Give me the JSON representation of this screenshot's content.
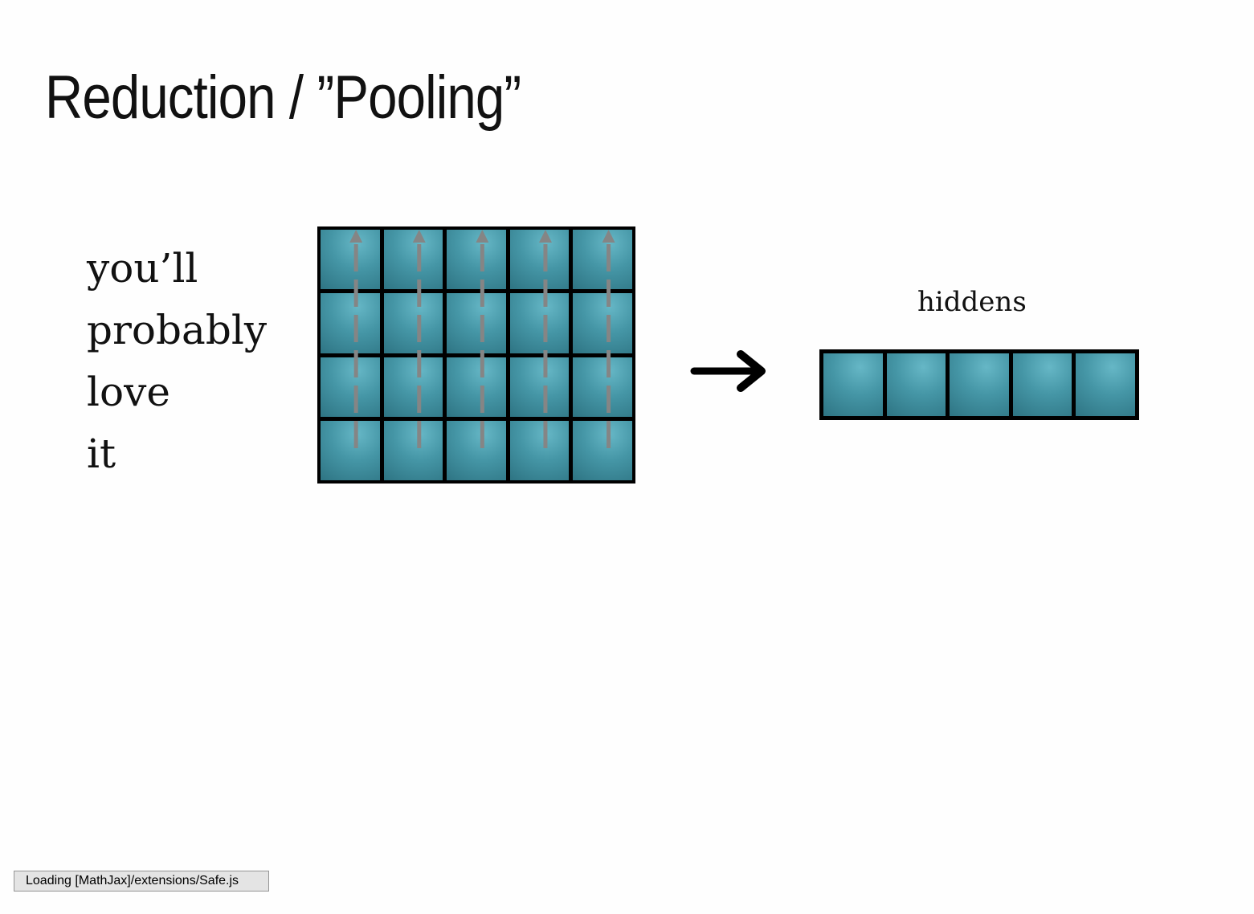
{
  "slide": {
    "title": "Reduction / ”Pooling”"
  },
  "diagram": {
    "words": [
      "you’ll",
      "probably",
      "love",
      "it"
    ],
    "matrix": {
      "rows": 4,
      "columns": 5
    },
    "hiddens_label": "hiddens",
    "hidden_units": 5,
    "cell_color": "#4596a6",
    "arrow_color": "#858585",
    "icons": [
      "up-arrow-icon",
      "right-arrow-icon"
    ]
  },
  "status": {
    "text": "Loading [MathJax]/extensions/Safe.js"
  }
}
